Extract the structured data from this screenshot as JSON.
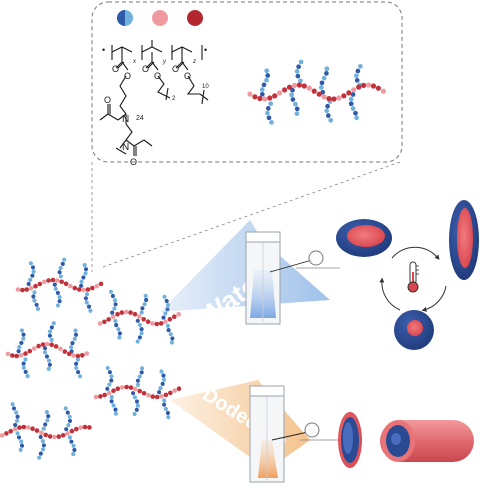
{
  "colors": {
    "hydrophilic_dark": "#2f5aa8",
    "hydrophilic_light": "#6fb0dc",
    "linker_pink": "#ef9a9e",
    "hydrophobic_red": "#c0313a",
    "water_beam": "#a9c8ee",
    "dodecane_beam": "#f3c48f",
    "micelle_core": "#e8595e",
    "micelle_shell": "#2b4a94"
  },
  "structure": {
    "sub_x": "x",
    "sub_y": "y",
    "sub_z": "z",
    "sub_n": "24",
    "sub_ten": "10",
    "sub_two": "2",
    "atom_n1": "N",
    "atom_n2": "N"
  },
  "labels": {
    "water": "Water",
    "dodecane": "Dodecane"
  },
  "icons": {
    "legend_1": "blue-light-blue-half-circle",
    "legend_2": "pink-circle",
    "legend_3": "dark-red-circle",
    "thermometer": "thermometer-icon",
    "cycle": "circular-arrows-icon"
  }
}
